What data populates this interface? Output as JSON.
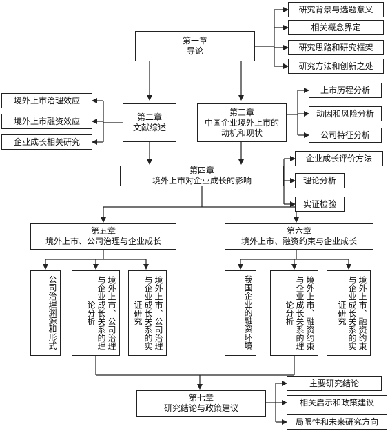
{
  "chapters": {
    "ch1": {
      "num": "第一章",
      "title": "导论"
    },
    "ch2": {
      "num": "第二章",
      "title": "文献综述"
    },
    "ch3": {
      "num": "第三章",
      "title": "中国企业境外上市的",
      "title2": "动机和现状"
    },
    "ch4": {
      "num": "第四章",
      "title": "境外上市对企业成长的影响"
    },
    "ch5": {
      "num": "第五章",
      "title": "境外上市、公司治理与企业成长"
    },
    "ch6": {
      "num": "第六章",
      "title": "境外上市、融资约束与企业成长"
    },
    "ch7": {
      "num": "第七章",
      "title": "研究结论与政策建议"
    }
  },
  "ch1_items": [
    "研究背景与选题意义",
    "相关概念界定",
    "研究思路和研究框架",
    "研究方法和创新之处"
  ],
  "ch2_items": [
    "境外上市治理效应",
    "境外上市融资效应",
    "企业成长相关研究"
  ],
  "ch3_items": [
    "上市历程分析",
    "动因和风险分析",
    "公司特征分析"
  ],
  "ch4_items": [
    "企业成长评价方法",
    "理论分析",
    "实证检验"
  ],
  "ch5_items": [
    "公司治理渊源和形式",
    "境外上市、公司治理与企业成长关系的理论分析",
    "境外上市、公司治理与企业成长关系的实证研究"
  ],
  "ch6_items": [
    "我国企业的融资环境",
    "境外上市、融资约束与企业成长关系的理论分析",
    "境外上市、融资约束与企业成长关系的实证研究"
  ],
  "ch7_items": [
    "主要研究结论",
    "相关启示和政策建议",
    "局限性和未来研究方向"
  ]
}
